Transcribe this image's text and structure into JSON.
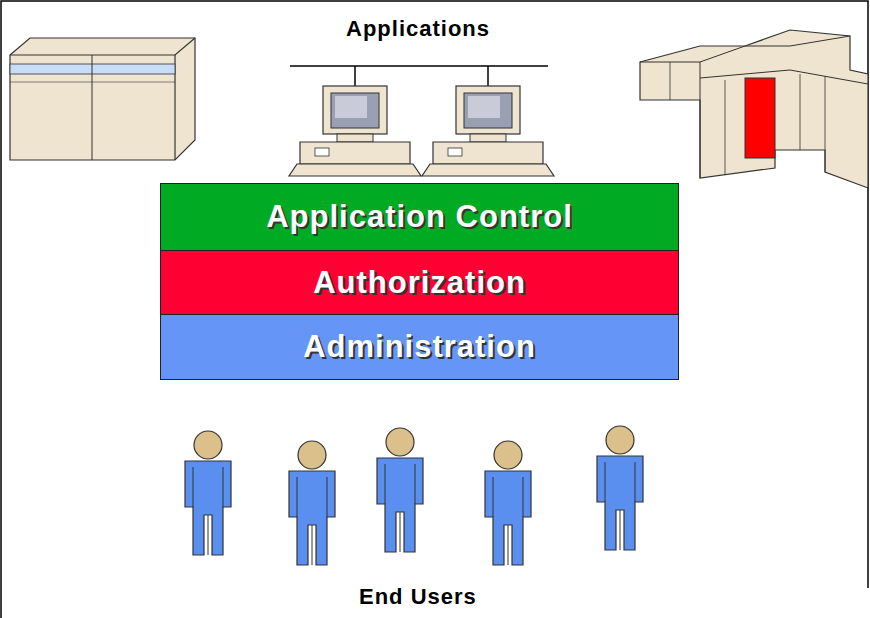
{
  "diagram": {
    "nodes": [
      {
        "text": [
          "Application Control"
        ]
      },
      {
        "text": [
          "Authorization"
        ]
      },
      {
        "text": [
          "Administration"
        ]
      }
    ],
    "labels": [
      "Applications",
      "End Users"
    ]
  }
}
